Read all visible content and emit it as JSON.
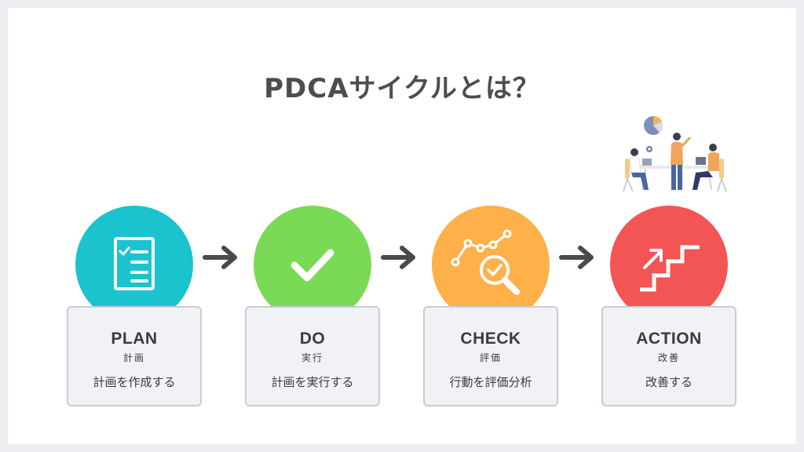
{
  "title": "PDCAサイクルとは？",
  "colors": {
    "plan": "#1bc3cf",
    "do": "#7ad955",
    "check": "#ffb048",
    "action": "#f25553",
    "arrow": "#4a4a4a",
    "card_bg": "#f1f2f5",
    "card_border": "#c9ccd3",
    "title_text": "#4d4d4d"
  },
  "steps": [
    {
      "name": "PLAN",
      "sub": "計画",
      "desc": "計画を作成する",
      "icon": "checklist-icon"
    },
    {
      "name": "DO",
      "sub": "実行",
      "desc": "計画を実行する",
      "icon": "checkmark-icon"
    },
    {
      "name": "CHECK",
      "sub": "評価",
      "desc": "行動を評価分析",
      "icon": "magnifier-chart-icon"
    },
    {
      "name": "ACTION",
      "sub": "改善",
      "desc": "改善する",
      "icon": "stairs-up-icon"
    }
  ],
  "illustration": "team-meeting-illustration"
}
